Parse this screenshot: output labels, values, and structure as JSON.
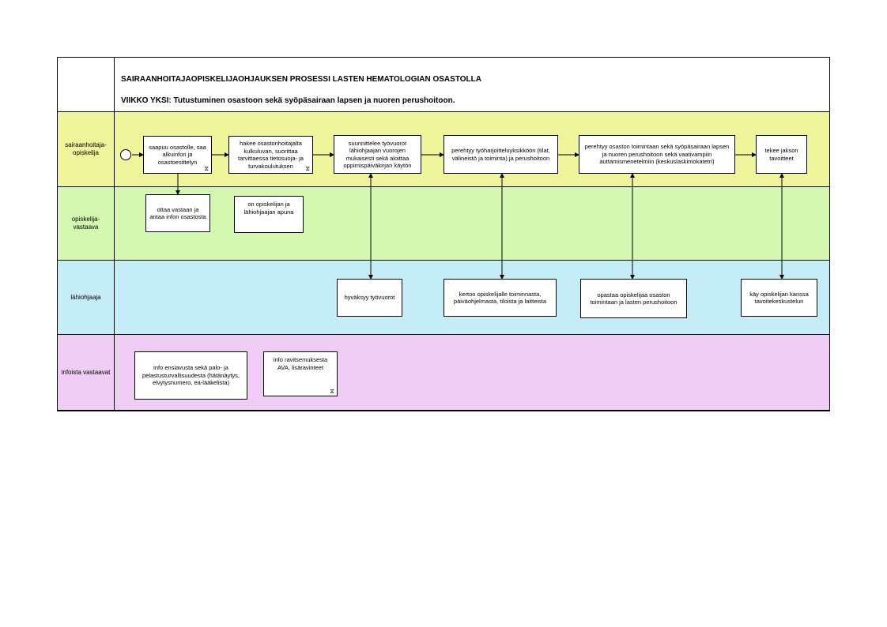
{
  "header": {
    "title": "SAIRAANHOITAJAOPISKELIJAOHJAUKSEN PROSESSI LASTEN HEMATOLOGIAN OSASTOLLA",
    "subtitle": "VIIKKO YKSI: Tutustuminen osastoon sekä syöpäsairaan lapsen ja nuoren perushoitoon."
  },
  "lanes": [
    {
      "label": "sairaanhoitaja-\nopiskelija",
      "color": "#eef59a"
    },
    {
      "label": "opiskelija-\nvastaava",
      "color": "#d4f8b0"
    },
    {
      "label": "lähiohjaaja",
      "color": "#c4edf8"
    },
    {
      "label": "infoista vastaavat",
      "color": "#f0cdf5"
    }
  ],
  "steps": {
    "s1": "saapuu osastolle, saa alkuinfon ja osastoesittelyn",
    "s2": "hakee osastonhoitajalta kulkuluvan, suorittaa tarvittaessa tietosuoja- ja turvakoulutuksen",
    "s3": "suunnittelee työvuorot lähiohjaajan vuorojen mukaisesti sekä aloittaa oppimispäiväkirjan käytön",
    "s4": "perehtyy työharjoitteluyksikköön (tilat, välineistö ja toiminta) ja perushoitoon",
    "s5": "perehtyy osaston toimintaan sekä syöpäsairaan lapsen ja nuoren perushoitoon sekä vaativampiin auttamismenetelmiin (keskuslaskimokatetri)",
    "s6": "tekee jakson tavoitteet",
    "v1": "ottaa vastaan ja antaa infon osastosta",
    "v2": "on opiskelijan ja lähiohjaajan apuna",
    "l1": "hyväksyy työvuorot",
    "l2": "kertoo opiskelijalle toiminnasta, päiväohjelmasta, tiloista ja laitteista",
    "l3": "opastaa opiskelijaa osaston toimintaan ja lasten perushoitoon",
    "l4": "käy opiskelijan kanssa tavoitekeskustelun",
    "i1": "info ensiavusta sekä palo- ja pelastusturvallisuudesta (hätänäytys, elvytysnumero, ea-lääkelista)",
    "i2": "info ravitsemuksesta AVA, lisäravinteet"
  },
  "icons": {
    "subprocess": "subprocess-icon",
    "start": "start-event-icon"
  }
}
